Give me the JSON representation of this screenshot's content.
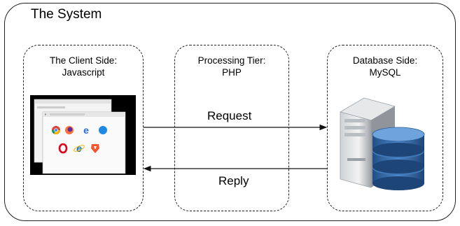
{
  "system_title": "The System",
  "tiers": [
    {
      "line1": "The Client Side:",
      "line2": "Javascript"
    },
    {
      "line1": "Processing Tier:",
      "line2": "PHP"
    },
    {
      "line1": "Database Side:",
      "line2": "MySQL"
    }
  ],
  "arrows": {
    "request": "Request",
    "reply": "Reply"
  },
  "icons": {
    "browser": "browser-window-icon",
    "browser_logos": [
      "chrome-icon",
      "firefox-icon",
      "edge-icon",
      "safari-icon",
      "opera-icon",
      "internet-explorer-icon",
      "brave-icon"
    ],
    "server": "server-tower-icon",
    "database": "database-cylinder-icon"
  }
}
